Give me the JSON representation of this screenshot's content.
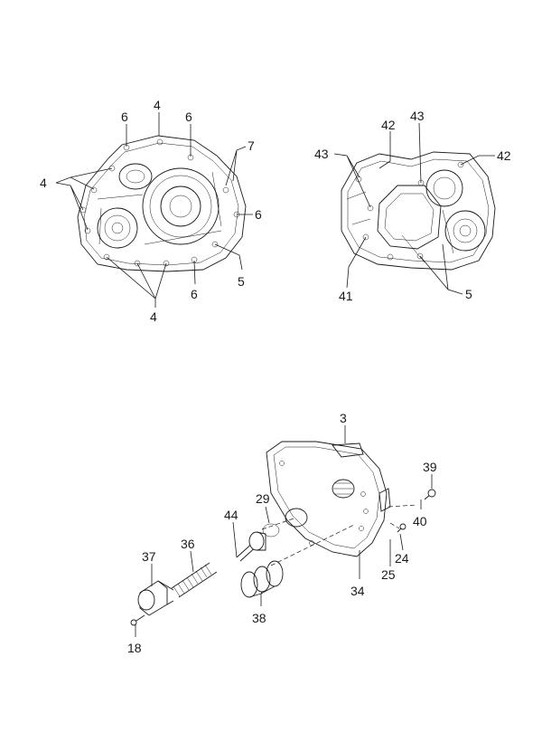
{
  "diagram": {
    "callouts": {
      "front_case": {
        "c4_top": "4",
        "c6_topleft": "6",
        "c6_topmid": "6",
        "c7": "7",
        "c4_left": "4",
        "c6_right": "6",
        "c5": "5",
        "c6_bottom": "6",
        "c4_bottom": "4"
      },
      "rear_case": {
        "c43_top": "43",
        "c42_left": "42",
        "c43_left": "43",
        "c42_right": "42",
        "c41": "41",
        "c5": "5"
      },
      "exploded": {
        "c3": "3",
        "c39": "39",
        "c29": "29",
        "c44": "44",
        "c40": "40",
        "c36": "36",
        "c37": "37",
        "c24": "24",
        "c25": "25",
        "c34": "34",
        "c38": "38",
        "c18": "18"
      }
    }
  }
}
